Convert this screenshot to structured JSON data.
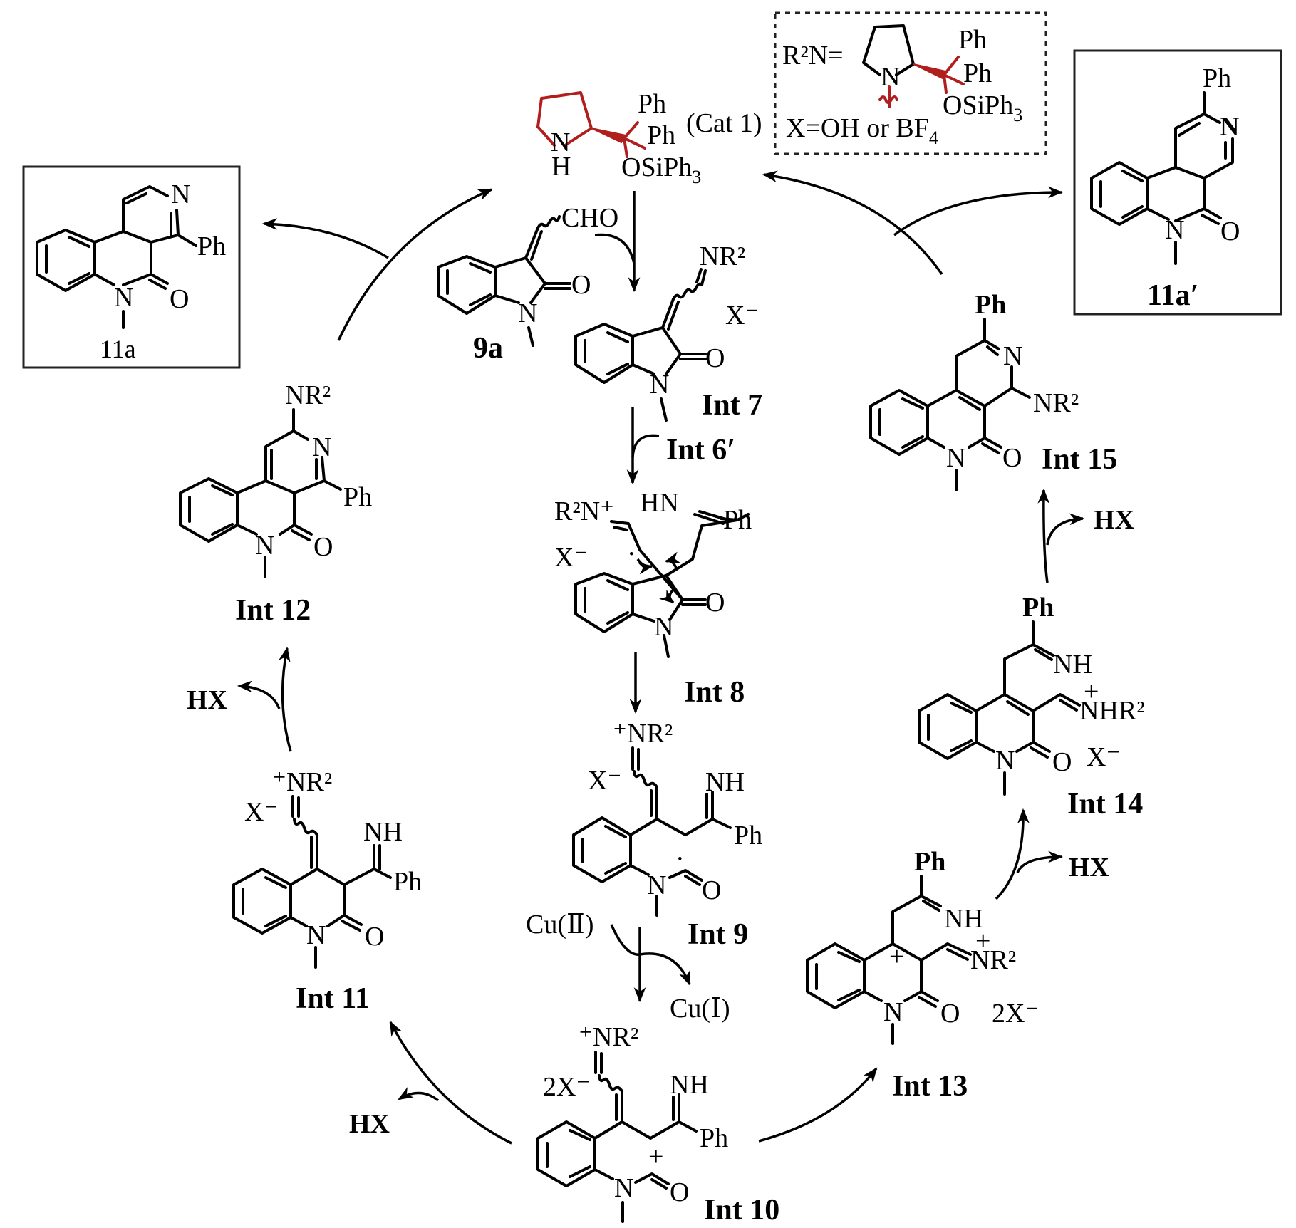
{
  "colors": {
    "ink": "#000000",
    "catalyst": "#B01E1E"
  },
  "catalyst": {
    "label": "(Cat 1)",
    "ph1": "Ph",
    "ph2": "Ph",
    "osi": "OSiPh",
    "osi_sub": "3",
    "n": "N",
    "h": "H"
  },
  "legend": {
    "r2n_label": "R²N=",
    "n": "N",
    "ph1": "Ph",
    "ph2": "Ph",
    "osi": "OSiPh",
    "osi_sub": "3",
    "x_def": "X=OH or BF",
    "x_sub": "4"
  },
  "compounds": {
    "c11a": {
      "label": "11a",
      "n_ring": "N",
      "ph": "Ph",
      "n": "N",
      "o": "O"
    },
    "c11a_prime": {
      "label": "11a′",
      "n_ring": "N",
      "ph": "Ph",
      "n": "N",
      "o": "O"
    },
    "c9a": {
      "label": "9a",
      "cho": "CHO",
      "n": "N",
      "o": "O"
    },
    "int7": {
      "label": "Int 7",
      "nr2": "NR²",
      "x": "X⁻",
      "n": "N",
      "o": "O"
    },
    "int6p": {
      "label": "Int 6′"
    },
    "int8": {
      "label": "Int 8",
      "r2n": "R²N⁺",
      "hn": "HN",
      "ph": "Ph",
      "x": "X⁻",
      "n": "N",
      "o": "O",
      "dot": "·"
    },
    "int9": {
      "label": "Int 9",
      "nr2": "⁺NR²",
      "x": "X⁻",
      "nh": "NH",
      "ph": "Ph",
      "n": "N",
      "o": "O",
      "dot": "·"
    },
    "int10": {
      "label": "Int 10",
      "nr2": "⁺NR²",
      "x": "2X⁻",
      "nh": "NH",
      "ph": "Ph",
      "n": "N",
      "o": "O",
      "plus": "+"
    },
    "int11": {
      "label": "Int 11",
      "nr2": "⁺NR²",
      "x": "X⁻",
      "nh": "NH",
      "ph": "Ph",
      "n": "N",
      "o": "O"
    },
    "int12": {
      "label": "Int 12",
      "nr2": "NR²",
      "n_ring": "N",
      "ph": "Ph",
      "n": "N",
      "o": "O"
    },
    "int13": {
      "label": "Int 13",
      "ph": "Ph",
      "nh": "NH",
      "nr2": "NR²",
      "plus": "+",
      "cplus": "+",
      "x": "2X⁻",
      "n": "N",
      "o": "O"
    },
    "int14": {
      "label": "Int 14",
      "ph": "Ph",
      "nh": "NH",
      "nhr2": "NHR²",
      "plus": "+",
      "x": "X⁻",
      "n": "N",
      "o": "O"
    },
    "int15": {
      "label": "Int 15",
      "ph": "Ph",
      "n_ring": "N",
      "nr2": "NR²",
      "n": "N",
      "o": "O"
    }
  },
  "reagents": {
    "cu2": "Cu(Ⅱ)",
    "cu1": "Cu(Ⅰ)",
    "hx_12": "HX",
    "hx_11": "HX",
    "hx_15": "HX",
    "hx_14": "HX"
  }
}
